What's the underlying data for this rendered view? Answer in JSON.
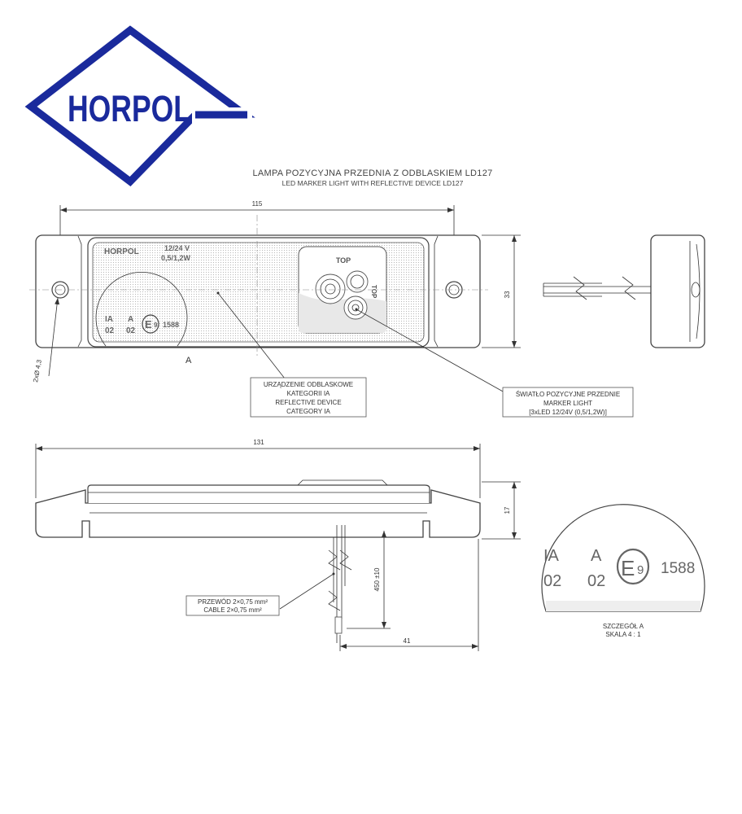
{
  "logo": {
    "text": "HORPOL",
    "color": "#1a2a9c"
  },
  "title": {
    "main": "LAMPA POZYCYJNA PRZEDNIA Z ODBLASKIEM LD127",
    "sub": "LED MARKER LIGHT WITH REFLECTIVE DEVICE LD127"
  },
  "front_view": {
    "dim_width": "115",
    "dim_height": "33",
    "hole_dim": "2xØ 4,3",
    "detail_marker": "A",
    "label_brand": "HORPOL",
    "label_voltage": "12/24 V",
    "label_power": "0,5/1,2W",
    "label_top": "TOP",
    "label_top_side": "TOP",
    "mark_ia": "IA",
    "mark_a": "A",
    "mark_02a": "02",
    "mark_02b": "02",
    "mark_e": "E",
    "mark_e_num": "9",
    "mark_approval": "1588"
  },
  "callout_reflector": {
    "lines": [
      "URZĄDZENIE ODBLASKOWE",
      "KATEGORII IA",
      "REFLECTIVE DEVICE",
      "CATEGORY IA"
    ]
  },
  "callout_light": {
    "lines": [
      "ŚWIATŁO POZYCYJNE PRZEDNIE",
      "MARKER LIGHT",
      "[3xLED 12/24V (0,5/1,2W)]"
    ]
  },
  "side_view": {
    "dim_length": "131",
    "dim_height": "17",
    "dim_cable": "450 ±10",
    "dim_offset": "41"
  },
  "callout_cable": {
    "lines": [
      "PRZEWÓD 2×0,75 mm²",
      "CABLE 2×0,75 mm²"
    ]
  },
  "detail": {
    "ia": "IA",
    "a": "A",
    "n1": "02",
    "n2": "02",
    "e": "E",
    "e_num": "9",
    "approval": "1588",
    "caption1": "SZCZEGÓŁ A",
    "caption2": "SKALA 4 : 1"
  }
}
